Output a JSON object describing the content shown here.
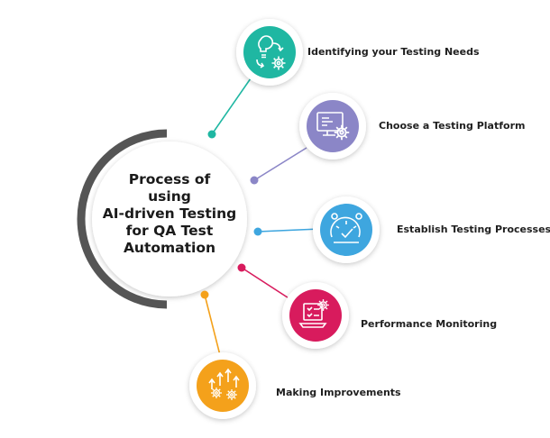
{
  "center": {
    "title_lines": [
      "Process of",
      "using",
      "AI-driven Testing",
      "for QA Test",
      "Automation"
    ]
  },
  "steps": [
    {
      "label": "Identifying your Testing Needs",
      "color": "#1fb7a2",
      "icon": "lightbulb-gear-icon"
    },
    {
      "label": "Choose a Testing Platform",
      "color": "#8b86c7",
      "icon": "monitor-gear-icon"
    },
    {
      "label": "Establish Testing Processes",
      "color": "#3ea6df",
      "icon": "gauge-process-icon"
    },
    {
      "label": "Performance Monitoring",
      "color": "#d81b5d",
      "icon": "laptop-checklist-gear-icon"
    },
    {
      "label": "Making Improvements",
      "color": "#f4a11b",
      "icon": "arrows-up-gears-icon"
    }
  ],
  "colors": {
    "arc": "#555555",
    "text": "#1f1f1f"
  }
}
